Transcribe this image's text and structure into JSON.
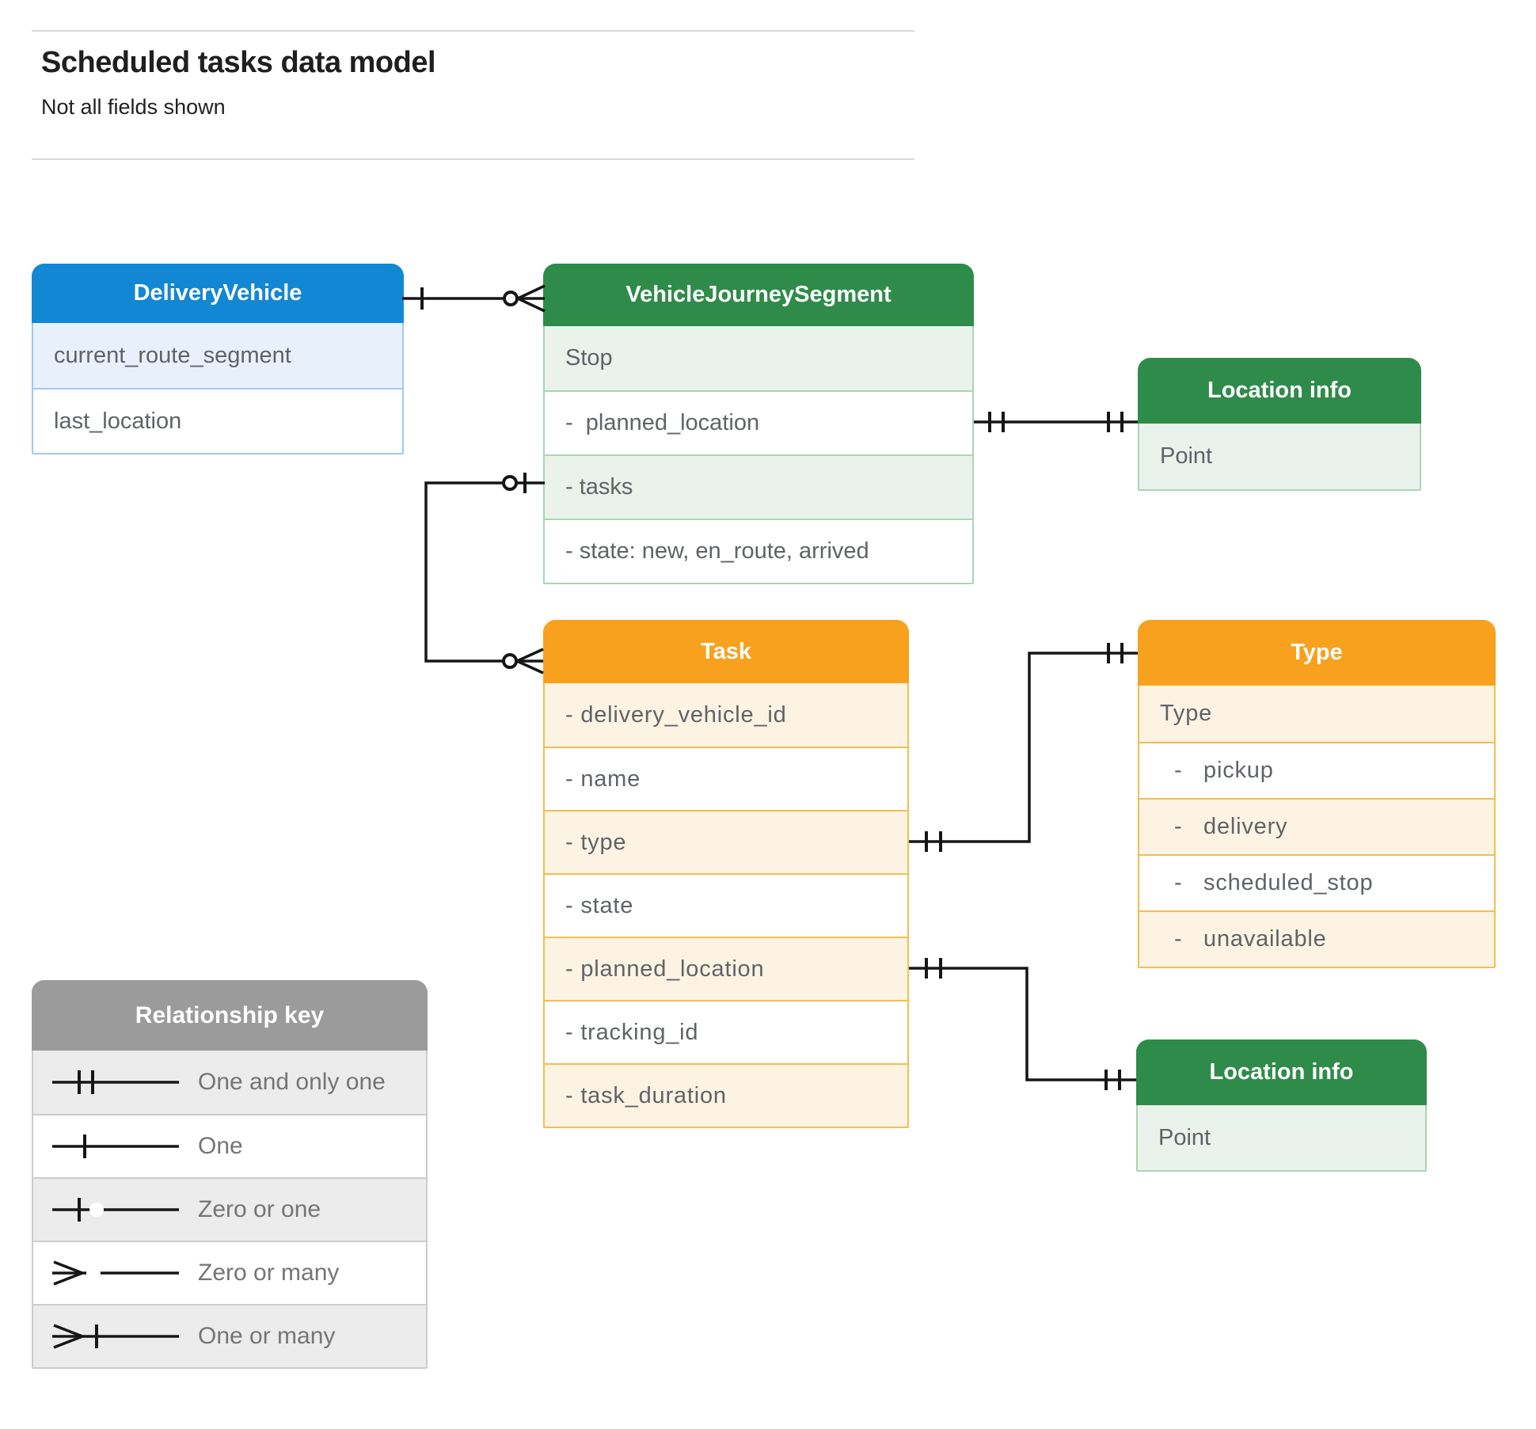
{
  "page": {
    "title": "Scheduled tasks data model",
    "subtitle": "Not all fields shown"
  },
  "entities": {
    "delivery_vehicle": {
      "title": "DeliveryVehicle",
      "fields": [
        "current_route_segment",
        "last_location"
      ]
    },
    "vehicle_journey_segment": {
      "title": "VehicleJourneySegment",
      "fields": [
        "Stop",
        "-  planned_location",
        "- tasks",
        "- state: new, en_route, arrived"
      ]
    },
    "location_info_top": {
      "title": "Location info",
      "fields": [
        "Point"
      ]
    },
    "task": {
      "title": "Task",
      "fields": [
        "- delivery_vehicle_id",
        "- name",
        "- type",
        "- state",
        "- planned_location",
        "- tracking_id",
        "- task_duration"
      ]
    },
    "type_enum": {
      "title": "Type",
      "fields": [
        "Type",
        "-   pickup",
        "-   delivery",
        "-   scheduled_stop",
        "-   unavailable"
      ]
    },
    "location_info_bottom": {
      "title": "Location info",
      "fields": [
        "Point"
      ]
    }
  },
  "relationships": [
    {
      "from": "DeliveryVehicle",
      "to": "VehicleJourneySegment",
      "from_cardinality": "One",
      "to_cardinality": "Zero or many"
    },
    {
      "from": "VehicleJourneySegment.planned_location",
      "to": "Location info",
      "from_cardinality": "One and only one",
      "to_cardinality": "One and only one"
    },
    {
      "from": "VehicleJourneySegment.tasks",
      "to": "Task",
      "from_cardinality": "Zero or one",
      "to_cardinality": "Zero or many"
    },
    {
      "from": "Task.type",
      "to": "Type",
      "from_cardinality": "One and only one",
      "to_cardinality": "One and only one"
    },
    {
      "from": "Task.planned_location",
      "to": "Location info",
      "from_cardinality": "One and only one",
      "to_cardinality": "One and only one"
    }
  ],
  "key": {
    "title": "Relationship key",
    "items": [
      {
        "symbol": "one-and-only-one",
        "label": "One and only one"
      },
      {
        "symbol": "one",
        "label": "One"
      },
      {
        "symbol": "zero-or-one",
        "label": "Zero or one"
      },
      {
        "symbol": "zero-or-many",
        "label": "Zero or many"
      },
      {
        "symbol": "one-or-many",
        "label": "One or many"
      }
    ]
  },
  "colors": {
    "blue_header": "#1287d3",
    "blue_tint": "#e8f1fb",
    "green_header": "#2f8b4a",
    "green_tint": "#e9f3ec",
    "orange_header": "#f8a11e",
    "orange_tint": "#fdf3e2",
    "gray_header": "#9b9b9b",
    "gray_tint": "#ececec",
    "row_text": "#5f6368",
    "line": "#161616"
  }
}
